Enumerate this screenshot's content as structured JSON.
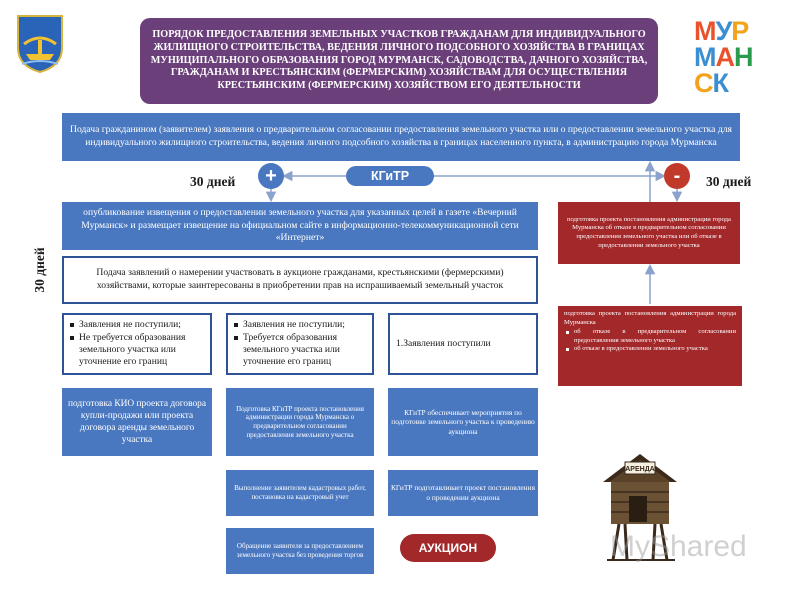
{
  "header": {
    "title": "ПОРЯДОК ПРЕДОСТАВЛЕНИЯ ЗЕМЕЛЬНЫХ УЧАСТКОВ ГРАЖДАНАМ ДЛЯ ИНДИВИДУАЛЬНОГО ЖИЛИЩНОГО СТРОИТЕЛЬСТВА, ВЕДЕНИЯ ЛИЧНОГО ПОДСОБНОГО ХОЗЯЙСТВА В ГРАНИЦАХ МУНИЦИПАЛЬНОГО ОБРАЗОВАНИЯ ГОРОД МУРМАНСК, САДОВОДСТВА, ДАЧНОГО ХОЗЯЙСТВА, ГРАЖДАНАМ И КРЕСТЬЯНСКИМ (ФЕРМЕРСКИМ) ХОЗЯЙСТВАМ ДЛЯ ОСУЩЕСТВЛЕНИЯ КРЕСТЬЯНСКИМ (ФЕРМЕРСКИМ) ХОЗЯЙСТВОМ ЕГО ДЕЯТЕЛЬНОСТИ",
    "logo_lines": [
      "МУР",
      "МАН",
      "СК"
    ]
  },
  "flow": {
    "step1": "Подача гражданином (заявителем) заявления о предварительном согласовании предоставления земельного участка или о предоставлении земельного участка для индивидуального жилищного строительства, ведения личного подсобного хозяйства в границах населенного пункта, в администрацию города Мурманска",
    "agency": "КГиТР",
    "plus": "+",
    "minus": "-",
    "days_left": "30 дней",
    "days_right": "30 дней",
    "days_vertical": "30 дней",
    "step2": "опубликование извещения о предоставлении земельного участка для указанных целей в газете «Вечерний Мурманск» и размещает извещение на официальном сайте в информационно-телекоммуникационной сети «Интернет»",
    "step3": "Подача заявлений о намерении участвовать в аукционе гражданами, крестьянскими (фермерскими) хозяйствами, которые заинтересованы в приобретении прав на испрашиваемый земельный участок",
    "option1": [
      "Заявления не поступили;",
      "Не требуется образования земельного участка или уточнение его границ"
    ],
    "option2": [
      "Заявления не поступили;",
      "Требуется образования земельного участка или уточнение его границ"
    ],
    "option3": "1.Заявления поступили",
    "path1": "подготовка КИО проекта договора купли-продажи или проекта договора аренды земельного участка",
    "path2": "Подготовка КГиТР проекта постановления администрации города Мурманска о предварительном согласовании предоставления земельного участка",
    "path3": "КГиТР обеспечивает мероприятия по подготовке земельного участка к проведению аукциона",
    "path4": "Выполнение заявителем кадастровых работ, постановка на кадастровый учет",
    "path5": "КГиТР подготавливает проект постановления о проведении аукциона",
    "path6": "Обращение заявителя за предоставлением земельного участка без проведения торгов",
    "auction": "АУКЦИОН",
    "right1": "подготовка проекта постановления администрации города Мурманска об отказе в предварительном согласовании предоставления земельного участка или об отказе в предоставлении земельного участка",
    "right2_intro": "подготовка проекта постановления администрации города Мурманска",
    "right2_items": [
      "об отказе в предварительном согласовании предоставления земельного участка",
      "об отказе в предоставлении земельного участка"
    ]
  },
  "decor": {
    "hut_sign": "АРЕНДА",
    "watermark": "MyShared"
  },
  "colors": {
    "title_bg": "#6b3f7a",
    "box_blue": "#4a78c0",
    "box_red": "#a3282a",
    "border": "#2f5496",
    "minus": "#c0392b"
  }
}
